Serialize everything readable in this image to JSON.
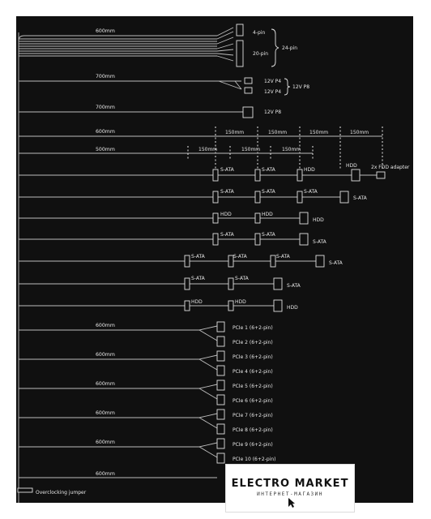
{
  "main_cable": {
    "length": "600mm",
    "pin4": "4-pin",
    "pin20": "20-pin",
    "total": "24-pin"
  },
  "cpu_cables": [
    {
      "length": "700mm",
      "labels": [
        "12V P4",
        "12V P4"
      ],
      "group": "12V P8"
    },
    {
      "length": "700mm",
      "labels": [
        "12V P8"
      ]
    }
  ],
  "peripheral_scale": {
    "row1_length": "600mm",
    "row1_segments": [
      "150mm",
      "150mm",
      "150mm",
      "150mm"
    ],
    "row2_length": "500mm",
    "row2_segments": [
      "150mm",
      "150mm",
      "150mm"
    ]
  },
  "peripheral_cables": [
    {
      "labels": [
        "S-ATA",
        "S-ATA",
        "HDD",
        "HDD",
        "2x FDD adapter"
      ]
    },
    {
      "labels": [
        "S-ATA",
        "S-ATA",
        "S-ATA",
        "S-ATA"
      ]
    },
    {
      "labels": [
        "HDD",
        "HDD",
        "HDD"
      ]
    },
    {
      "labels": [
        "S-ATA",
        "S-ATA",
        "S-ATA"
      ]
    },
    {
      "labels": [
        "S-ATA",
        "S-ATA",
        "S-ATA",
        "S-ATA"
      ]
    },
    {
      "labels": [
        "S-ATA",
        "S-ATA",
        "S-ATA"
      ]
    },
    {
      "labels": [
        "HDD",
        "HDD",
        "HDD"
      ]
    }
  ],
  "pcie_lengths": [
    "600mm",
    "600mm",
    "600mm",
    "600mm",
    "600mm",
    "600mm"
  ],
  "pcie_connectors": [
    "PCIe 1 (6+2-pin)",
    "PCIe 2 (6+2-pin)",
    "PCIe 3 (6+2-pin)",
    "PCIe 4 (6+2-pin)",
    "PCIe 5 (6+2-pin)",
    "PCIe 6 (6+2-pin)",
    "PCIe 7 (6+2-pin)",
    "PCIe 8 (6+2-pin)",
    "PCIe 9 (6+2-pin)",
    "PCIe 10 (6+2-pin)"
  ],
  "jumper_label": "Overclocking jumper",
  "watermark": {
    "title": "ELECTRO MARKET",
    "subtitle": "ИНТЕРНЕТ-МАГАЗИН"
  }
}
